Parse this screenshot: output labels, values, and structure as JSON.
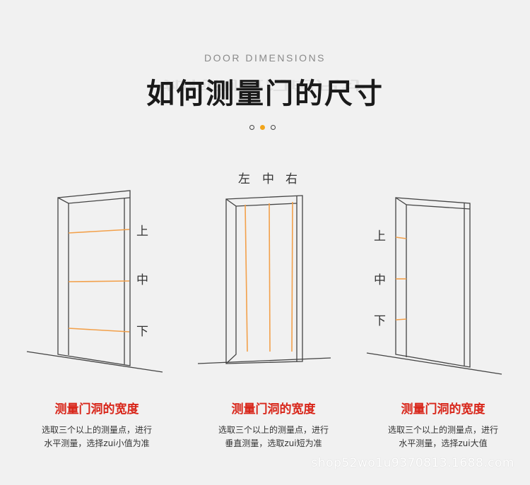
{
  "header": {
    "subtitle": "DOOR DIMENSIONS",
    "title": "如何测量门的尺寸"
  },
  "pagination": {
    "count": 3,
    "active_index": 1,
    "active_color": "#f2a51a"
  },
  "doors": [
    {
      "labels": [
        "上",
        "中",
        "下"
      ],
      "caption": "测量门洞的宽度",
      "desc_line1": "选取三个以上的测量点，进行",
      "desc_line2": "水平测量，选择zui小值为准"
    },
    {
      "labels": [
        "左",
        "中",
        "右"
      ],
      "caption": "测量门洞的宽度",
      "desc_line1": "选取三个以上的测量点，进行",
      "desc_line2": "垂直测量，选取zui短为准"
    },
    {
      "labels": [
        "上",
        "中",
        "下"
      ],
      "caption": "测量门洞的宽度",
      "desc_line1": "选取三个以上的测量点，进行",
      "desc_line2": "水平测量，选择zui大值"
    }
  ],
  "colors": {
    "measure_line": "#f2a04a",
    "caption": "#d8261a"
  },
  "watermark": "shop52wo1u9370813.1688.com"
}
